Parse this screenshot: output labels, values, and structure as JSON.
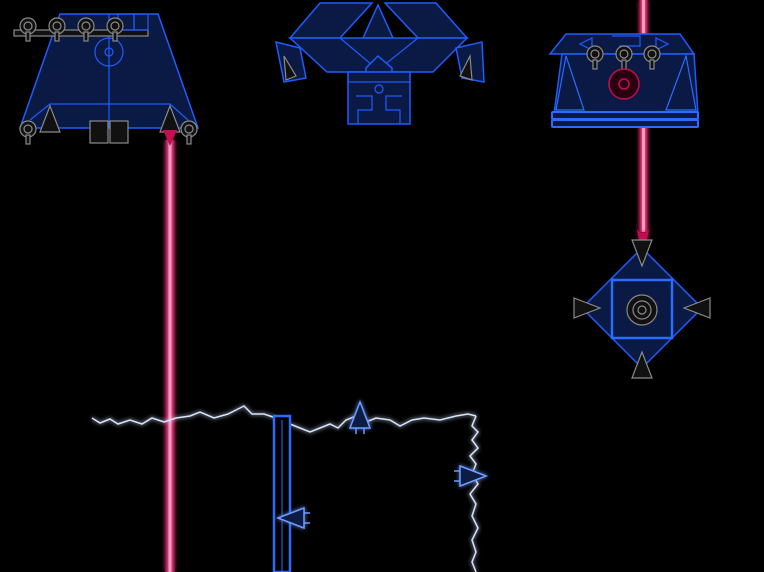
{
  "game": {
    "palette": {
      "background": "#000000",
      "ship_fill": "#0a1a44",
      "ship_stroke": "#1f5cff",
      "ship_bright": "#2b6bff",
      "turret_fill": "#111111",
      "turret_stroke": "#8a8a8a",
      "laser_core": "#ff5a9a",
      "laser_glow": "#c0104a",
      "terrain_line": "#9bb8ff",
      "terrain_glow": "#d7e4ff",
      "emitter": "#c01050"
    },
    "entities": [
      {
        "name": "mothership-left",
        "kind": "ship",
        "icon": "trapezoid-mothership-icon"
      },
      {
        "name": "mothership-center",
        "kind": "ship",
        "icon": "crystal-mothership-icon"
      },
      {
        "name": "mothership-right",
        "kind": "ship",
        "icon": "turret-carrier-icon"
      },
      {
        "name": "diamond-drone",
        "kind": "enemy",
        "icon": "diamond-drone-icon"
      },
      {
        "name": "player-fighter-left",
        "kind": "player",
        "icon": "fighter-icon"
      },
      {
        "name": "player-fighter-top",
        "kind": "player",
        "icon": "fighter-icon"
      },
      {
        "name": "player-fighter-right",
        "kind": "player",
        "icon": "fighter-icon"
      }
    ],
    "beams": [
      {
        "name": "laser-beam-left",
        "from": "mothership-left"
      },
      {
        "name": "laser-beam-right",
        "from": "mothership-right",
        "to": "diamond-drone"
      }
    ],
    "terrain": {
      "name": "terrain-outline",
      "icon": "jagged-terrain-icon"
    }
  }
}
